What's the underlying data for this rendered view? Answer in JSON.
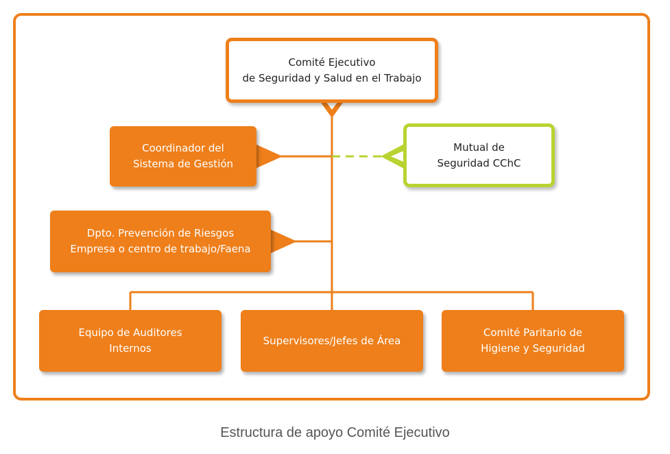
{
  "diagram": {
    "nodes": [
      {
        "id": "executive",
        "label": "Comité Ejecutivo\nde Seguridad y Salud en el Trabajo"
      },
      {
        "id": "coordinator",
        "label": "Coordinador del\nSistema de Gestión"
      },
      {
        "id": "mutual",
        "label": "Mutual de\nSeguridad CChC"
      },
      {
        "id": "risk-prevention",
        "label": "Dpto. Prevención de Riesgos\nEmpresa o centro de trabajo/Faena"
      },
      {
        "id": "auditors",
        "label": "Equipo de Auditores\nInternos"
      },
      {
        "id": "supervisors",
        "label": "Supervisores/Jefes de Área"
      },
      {
        "id": "joint-committee",
        "label": "Comité Paritario de\nHigiene y Seguridad"
      }
    ],
    "edges": [
      {
        "from": "executive",
        "to": "coordinator",
        "style": "solid"
      },
      {
        "from": "coordinator",
        "to": "mutual",
        "style": "dashed"
      },
      {
        "from": "executive",
        "to": "risk-prevention",
        "style": "solid"
      },
      {
        "from": "executive",
        "to": "auditors",
        "style": "solid"
      },
      {
        "from": "executive",
        "to": "supervisors",
        "style": "solid"
      },
      {
        "from": "executive",
        "to": "joint-committee",
        "style": "solid"
      }
    ],
    "colors": {
      "primary": "#ee7f1b",
      "accent": "#b9d331"
    }
  },
  "caption": "Estructura de apoyo Comité Ejecutivo"
}
